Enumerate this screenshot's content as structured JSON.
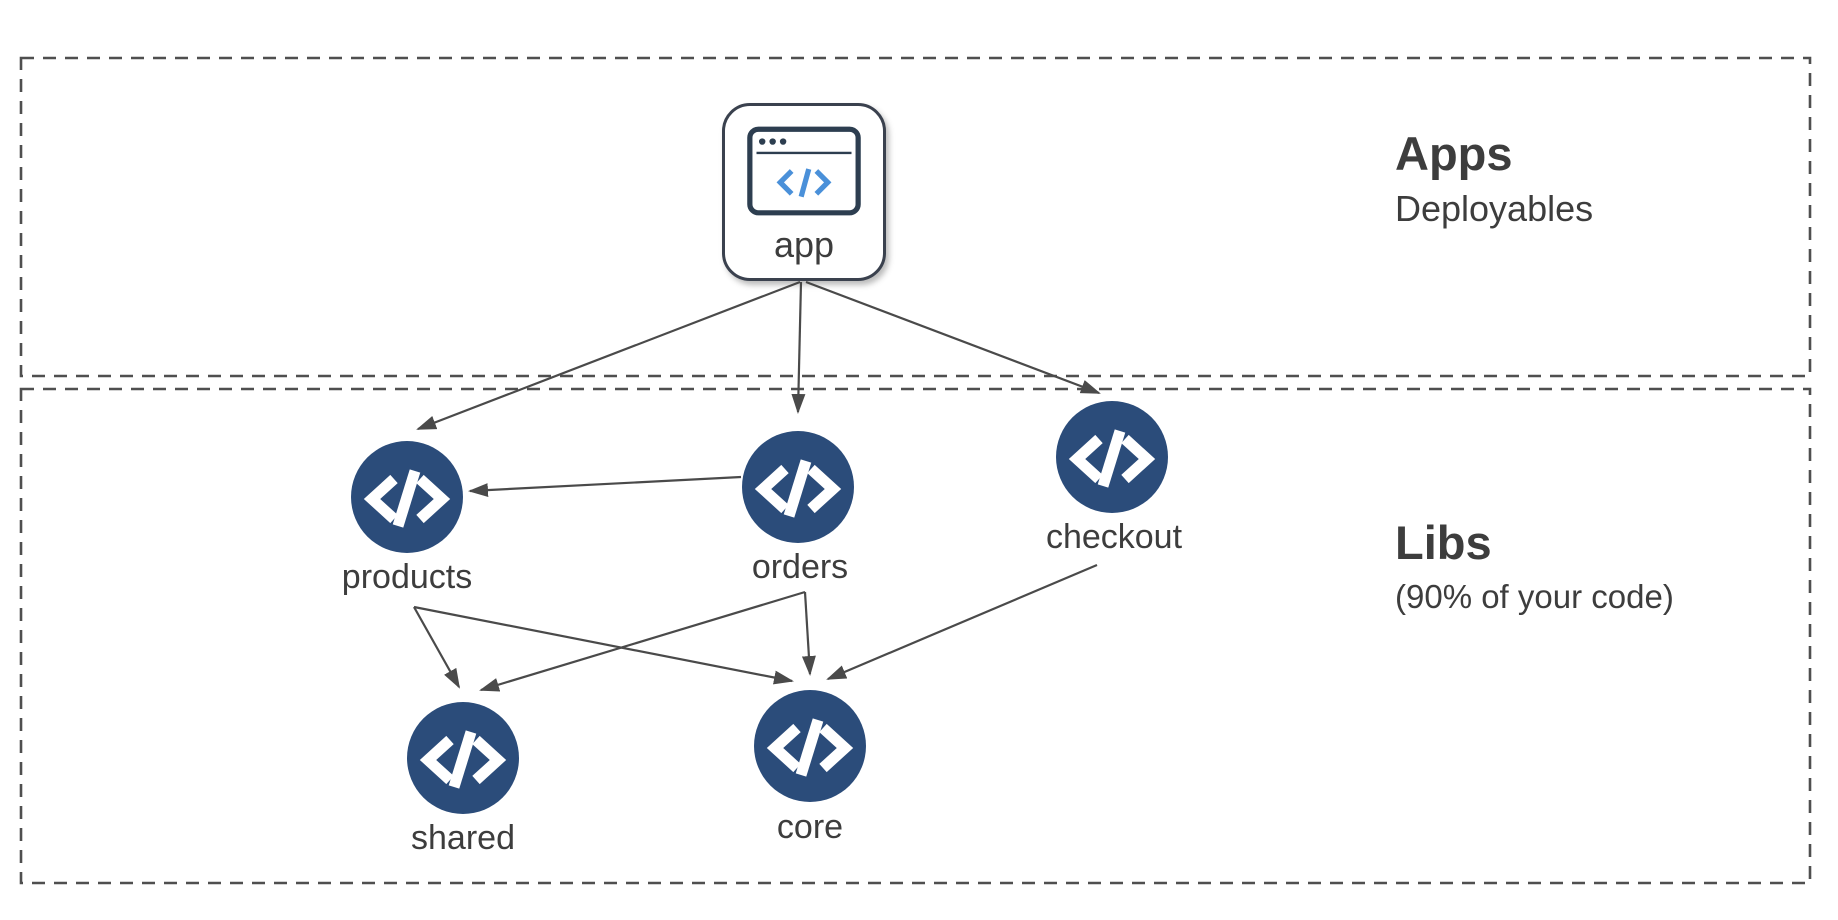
{
  "diagram": {
    "sections": [
      {
        "id": "apps",
        "title": "Apps",
        "subtitle": "Deployables"
      },
      {
        "id": "libs",
        "title": "Libs",
        "subtitle": "(90% of your code)"
      }
    ],
    "nodes": [
      {
        "id": "app",
        "label": "app"
      },
      {
        "id": "products",
        "label": "products"
      },
      {
        "id": "orders",
        "label": "orders"
      },
      {
        "id": "checkout",
        "label": "checkout"
      },
      {
        "id": "shared",
        "label": "shared"
      },
      {
        "id": "core",
        "label": "core"
      }
    ],
    "edges": [
      {
        "from": "app",
        "to": "products"
      },
      {
        "from": "app",
        "to": "orders"
      },
      {
        "from": "app",
        "to": "checkout"
      },
      {
        "from": "orders",
        "to": "products"
      },
      {
        "from": "products",
        "to": "shared"
      },
      {
        "from": "products",
        "to": "core"
      },
      {
        "from": "orders",
        "to": "shared"
      },
      {
        "from": "orders",
        "to": "core"
      },
      {
        "from": "checkout",
        "to": "core"
      }
    ],
    "colors": {
      "lib_node_fill": "#2b4c7a",
      "node_icon": "#ffffff",
      "app_icon_frame": "#2d3e50",
      "app_icon_code": "#4a90d9",
      "edge": "#4a4a4a",
      "section_border": "#4f4f4f",
      "text": "#3d3d3d"
    }
  }
}
